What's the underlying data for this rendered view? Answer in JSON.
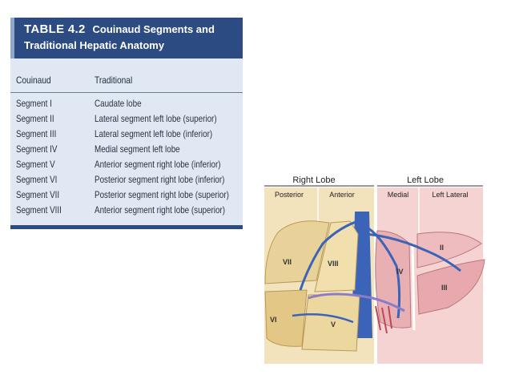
{
  "table": {
    "number": "TABLE 4.2",
    "caption_line1": "Couinaud Segments and",
    "caption_line2": "Traditional Hepatic Anatomy",
    "col_headers": [
      "Couinaud",
      "Traditional"
    ],
    "rows": [
      {
        "segment": "Segment I",
        "traditional": "Caudate lobe"
      },
      {
        "segment": "Segment II",
        "traditional": "Lateral segment left lobe (superior)"
      },
      {
        "segment": "Segment III",
        "traditional": "Lateral segment left lobe (inferior)"
      },
      {
        "segment": "Segment IV",
        "traditional": "Medial segment left lobe"
      },
      {
        "segment": "Segment V",
        "traditional": "Anterior segment right lobe (inferior)"
      },
      {
        "segment": "Segment VI",
        "traditional": "Posterior segment right lobe (inferior)"
      },
      {
        "segment": "Segment VII",
        "traditional": "Posterior segment right lobe (superior)"
      },
      {
        "segment": "Segment VIII",
        "traditional": "Anterior segment right lobe (superior)"
      }
    ]
  },
  "diagram": {
    "right_lobe": "Right Lobe",
    "left_lobe": "Left Lobe",
    "regions": [
      "Posterior",
      "Anterior",
      "Medial",
      "Left Lateral"
    ],
    "segments": {
      "II": "II",
      "III": "III",
      "IV": "IV",
      "V": "V",
      "VI": "VI",
      "VII": "VII",
      "VIII": "VIII"
    },
    "colors": {
      "right_lobe_fill": "#f3e3bd",
      "left_lobe_fill": "#f4c9c9",
      "segment_tan": "#e9d29a",
      "segment_pink": "#e9b0b3",
      "vessel_blue": "#3b63b8",
      "vessel_purple": "#8b7cc8"
    }
  }
}
